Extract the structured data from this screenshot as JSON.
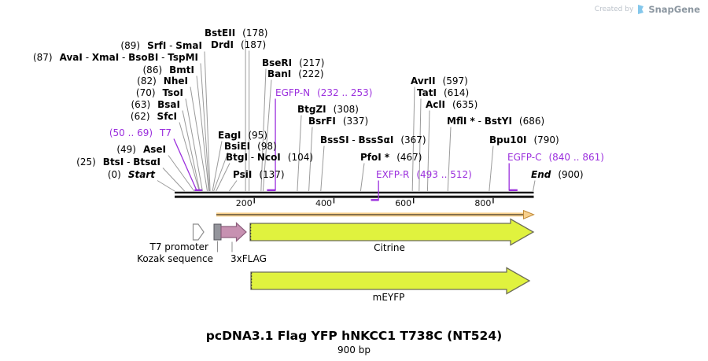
{
  "credit": {
    "created_by": "Created by",
    "brand": "SnapGene"
  },
  "ruler": {
    "ticks": [
      "200",
      "400",
      "600",
      "800"
    ]
  },
  "sites": [
    {
      "name": "BstEII",
      "pos": "(178)",
      "bp": 178
    },
    {
      "name": "DrdI",
      "pos": "(187)",
      "bp": 187
    },
    {
      "name": "BseRI",
      "pos": "(217)",
      "bp": 217
    },
    {
      "name": "BanI",
      "pos": "(222)",
      "bp": 222
    },
    {
      "name": "BtgZI",
      "pos": "(308)",
      "bp": 308
    },
    {
      "name": "BsrFI",
      "pos": "(337)",
      "bp": 337
    },
    {
      "name": "EagI",
      "pos": "(95)",
      "bp": 95
    },
    {
      "name": "BsiEI",
      "pos": "(98)",
      "bp": 98
    },
    {
      "name": "BtgI - NcoI",
      "pos": "(104)",
      "bp": 104
    },
    {
      "name": "PsiI",
      "pos": "(137)",
      "bp": 137
    },
    {
      "name": "BssSI - BssSαI",
      "pos": "(367)",
      "bp": 367
    },
    {
      "name": "PfoI *",
      "pos": "(467)",
      "bp": 467
    },
    {
      "name": "AvrII",
      "pos": "(597)",
      "bp": 597
    },
    {
      "name": "TatI",
      "pos": "(614)",
      "bp": 614
    },
    {
      "name": "AclI",
      "pos": "(635)",
      "bp": 635
    },
    {
      "name": "MflI * - BstYI",
      "pos": "(686)",
      "bp": 686
    },
    {
      "name": "Bpu10I",
      "pos": "(790)",
      "bp": 790
    },
    {
      "name": "End",
      "pos": "(900)",
      "bp": 900,
      "italic": true
    },
    {
      "name": "SrfI - SmaI",
      "pos": "(89)",
      "bp": 89
    },
    {
      "name": "AvaI - XmaI - BsoBI - TspMI",
      "pos": "(87)",
      "bp": 87
    },
    {
      "name": "BmtI",
      "pos": "(86)",
      "bp": 86
    },
    {
      "name": "NheI",
      "pos": "(82)",
      "bp": 82
    },
    {
      "name": "TsoI",
      "pos": "(70)",
      "bp": 70
    },
    {
      "name": "BsaI",
      "pos": "(63)",
      "bp": 63
    },
    {
      "name": "SfcI",
      "pos": "(62)",
      "bp": 62
    },
    {
      "name": "AseI",
      "pos": "(49)",
      "bp": 49
    },
    {
      "name": "BtsI - BtsαI",
      "pos": "(25)",
      "bp": 25
    },
    {
      "name": "Start",
      "pos": "(0)",
      "bp": 0,
      "italic": true
    }
  ],
  "primers": [
    {
      "name": "T7",
      "pos": "(50 .. 69)",
      "bp": [
        50,
        69
      ]
    },
    {
      "name": "EGFP-N",
      "pos": "(232 .. 253)",
      "bp": [
        232,
        253
      ]
    },
    {
      "name": "EXFP-R",
      "pos": "(493 .. 512)",
      "bp": [
        493,
        512
      ]
    },
    {
      "name": "EGFP-C",
      "pos": "(840 .. 861)",
      "bp": [
        840,
        861
      ]
    }
  ],
  "features": {
    "t7_promoter": "T7 promoter",
    "kozak": "Kozak sequence",
    "flag": "3xFLAG",
    "citrine": "Citrine",
    "meyfp": "mEYFP"
  },
  "footer": {
    "title": "pcDNA3.1 Flag YFP hNKCC1 T738C (NT524)",
    "length": "900 bp"
  },
  "colors": {
    "primer_purple": "#9B2FDD",
    "callout_gray": "#9A9A9A",
    "sequence_black": "#161616",
    "orf_light": "#F8D08C",
    "orf_core": "#7D6A4A",
    "orf_edge": "#C08A38",
    "yfp_fill": "#E0F23E",
    "yfp_stroke": "#6E6E58",
    "flag_fill": "#C791B1",
    "flag_stroke": "#8D5F7D",
    "kozak_fill": "#94959C",
    "kozak_stroke": "#54555C",
    "logo_blue": "#84C7EB"
  }
}
